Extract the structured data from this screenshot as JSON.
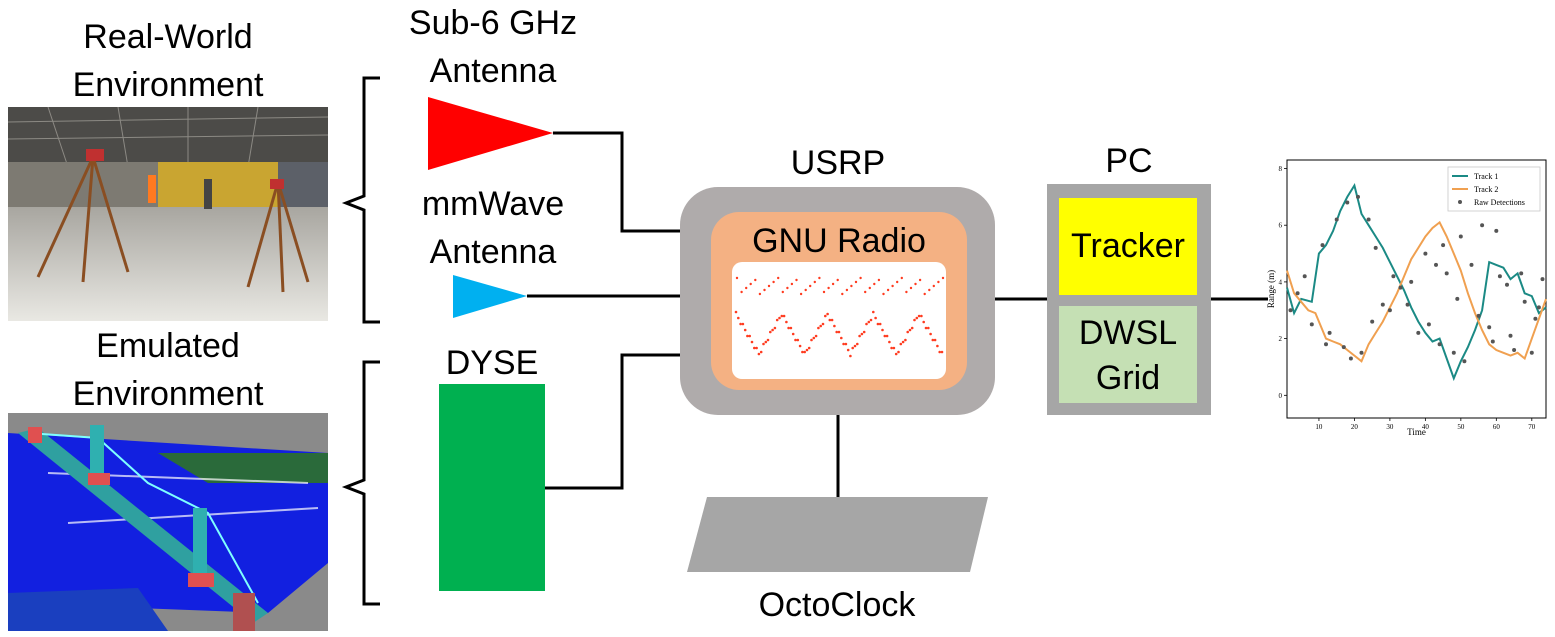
{
  "labels": {
    "real_world_line1": "Real-World",
    "real_world_line2": "Environment",
    "emulated_line1": "Emulated",
    "emulated_line2": "Environment",
    "sub6_line1": "Sub-6 GHz",
    "sub6_line2": "Antenna",
    "mmwave_line1": "mmWave",
    "mmwave_line2": "Antenna",
    "dyse": "DYSE",
    "usrp": "USRP",
    "gnu_radio": "GNU Radio",
    "pc": "PC",
    "tracker": "Tracker",
    "dwsl_line1": "DWSL",
    "dwsl_line2": "Grid",
    "octoclock": "OctoClock"
  },
  "colors": {
    "sub6_antenna": "#ff0000",
    "mmwave_antenna": "#00b0f0",
    "dyse": "#00b050",
    "usrp_box": "#afabab",
    "gnu_radio": "#f4b183",
    "tracker": "#ffff00",
    "dwsl_grid": "#c5e0b4",
    "pc_box": "#a6a6a6",
    "octoclock": "#a6a6a6",
    "track1": "#1b8a85",
    "track2": "#f0a050",
    "detections": "#555555",
    "gnu_points": "#ff3b1f"
  },
  "chart_data": {
    "type": "line",
    "xlabel": "Time",
    "ylabel": "Range (m)",
    "xlim": [
      1,
      74
    ],
    "ylim": [
      -0.8,
      8.3
    ],
    "xticks": [
      10,
      20,
      30,
      40,
      50,
      60,
      70
    ],
    "yticks": [
      0,
      2,
      4,
      6,
      8
    ],
    "legend_position": "top-right",
    "series": [
      {
        "name": "Track 1",
        "x": [
          1,
          3,
          5,
          8,
          10,
          12,
          14,
          16,
          18,
          20,
          22,
          24,
          26,
          28,
          30,
          32,
          34,
          36,
          38,
          40,
          42,
          44,
          46,
          48,
          50,
          52,
          54,
          56,
          58,
          60,
          62,
          64,
          66,
          68,
          70,
          72,
          74
        ],
        "y": [
          3.8,
          2.9,
          3.4,
          3.3,
          5.0,
          5.3,
          5.8,
          6.5,
          7.0,
          7.4,
          6.4,
          6.0,
          5.6,
          5.2,
          4.7,
          4.2,
          3.7,
          3.1,
          2.6,
          2.2,
          1.9,
          2.0,
          1.3,
          0.6,
          1.2,
          1.7,
          2.3,
          3.0,
          4.7,
          4.6,
          4.5,
          4.1,
          4.3,
          3.6,
          3.5,
          2.9,
          3.1
        ]
      },
      {
        "name": "Track 2",
        "x": [
          1,
          3,
          5,
          7,
          9,
          12,
          14,
          16,
          18,
          20,
          22,
          24,
          26,
          28,
          30,
          32,
          34,
          36,
          38,
          40,
          42,
          44,
          46,
          48,
          50,
          52,
          54,
          56,
          58,
          60,
          62,
          64,
          66,
          68,
          70,
          72,
          74
        ],
        "y": [
          4.4,
          3.6,
          3.3,
          3.0,
          2.9,
          2.0,
          1.9,
          1.8,
          1.6,
          1.4,
          1.2,
          1.8,
          2.2,
          2.6,
          3.1,
          3.6,
          4.2,
          4.8,
          5.2,
          5.6,
          5.9,
          6.1,
          5.6,
          5.0,
          4.4,
          3.6,
          2.9,
          2.3,
          1.8,
          1.6,
          1.5,
          1.4,
          1.5,
          1.3,
          2.0,
          2.7,
          3.4
        ]
      },
      {
        "name": "Raw Detections",
        "type": "scatter",
        "x": [
          2,
          4,
          6,
          8,
          11,
          12,
          13,
          15,
          17,
          18,
          19,
          21,
          22,
          24,
          25,
          26,
          28,
          30,
          31,
          33,
          35,
          36,
          38,
          40,
          41,
          43,
          44,
          45,
          46,
          48,
          49,
          50,
          51,
          53,
          55,
          56,
          58,
          59,
          60,
          61,
          63,
          64,
          65,
          67,
          68,
          70,
          71,
          72,
          73
        ],
        "y": [
          3.0,
          3.6,
          4.2,
          2.5,
          5.3,
          1.8,
          2.2,
          6.2,
          1.7,
          6.8,
          1.3,
          7.0,
          1.5,
          6.2,
          2.6,
          5.2,
          3.2,
          3.0,
          4.2,
          3.8,
          3.2,
          4.0,
          2.2,
          5.0,
          2.5,
          4.6,
          1.8,
          5.3,
          4.3,
          1.5,
          3.4,
          5.6,
          1.2,
          4.6,
          2.8,
          6.0,
          2.4,
          1.9,
          5.8,
          4.2,
          3.9,
          2.1,
          1.6,
          4.3,
          3.3,
          1.5,
          2.7,
          3.1,
          4.1
        ]
      }
    ]
  }
}
